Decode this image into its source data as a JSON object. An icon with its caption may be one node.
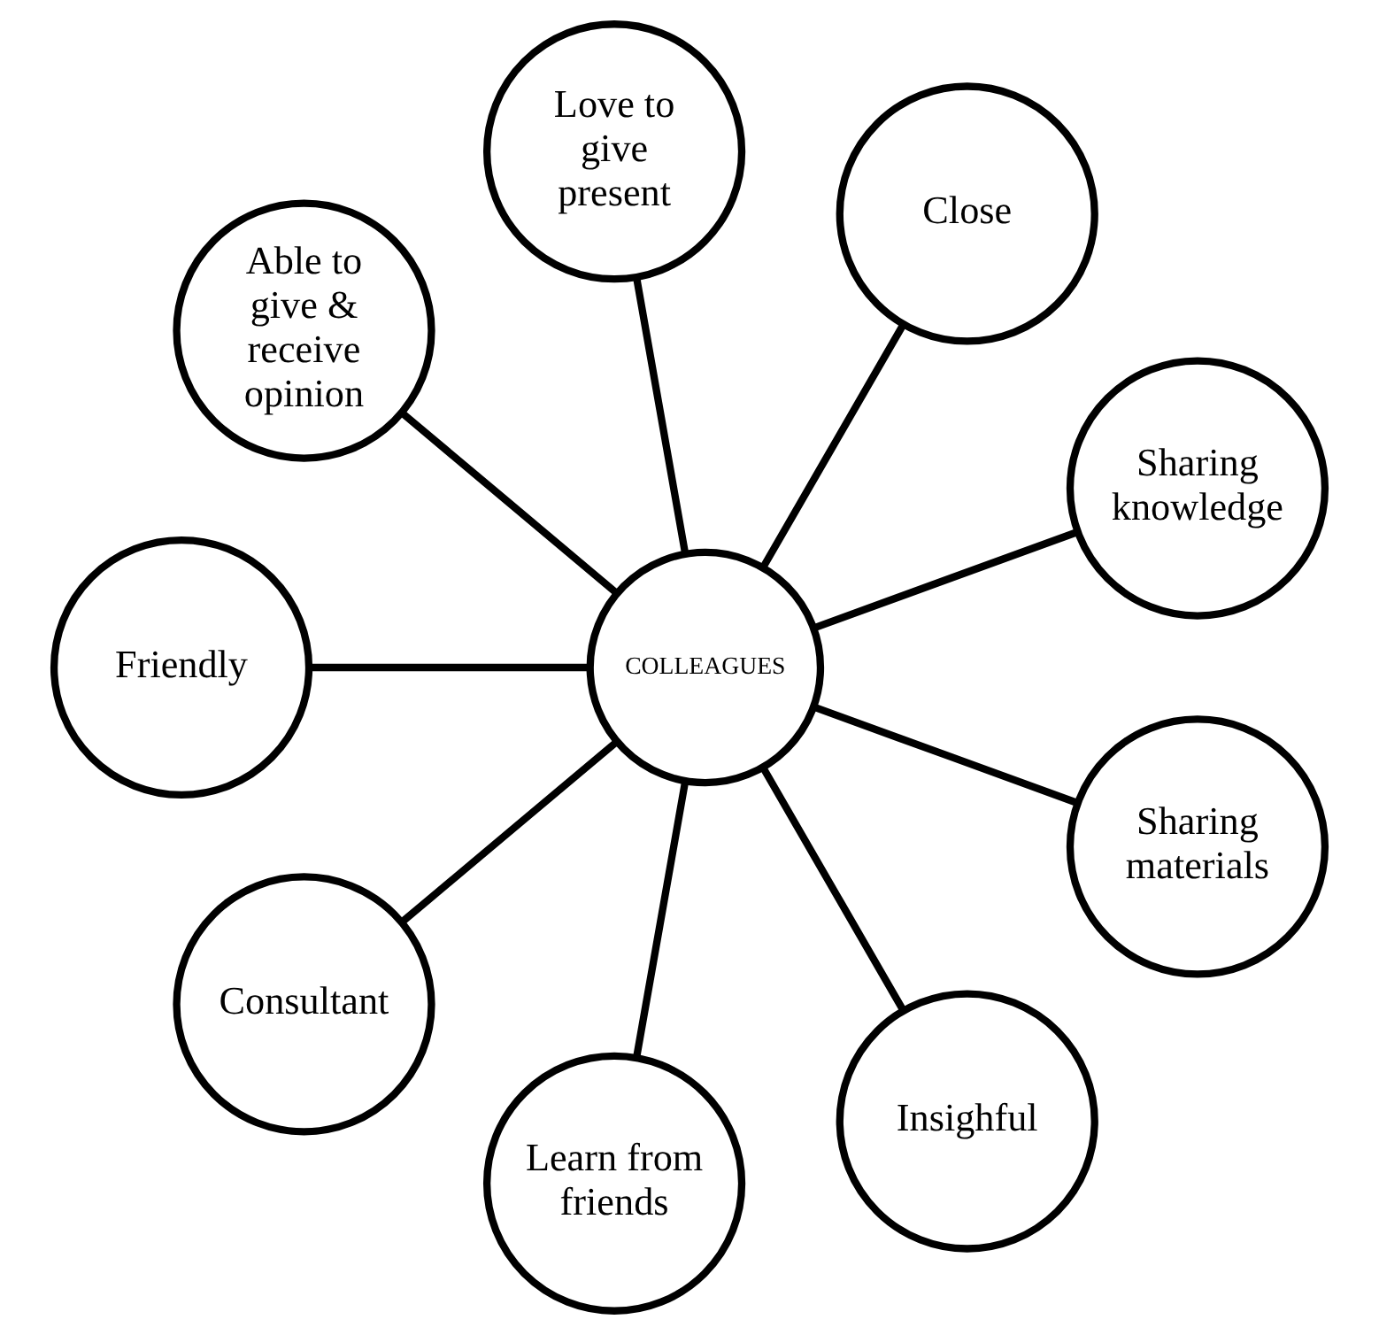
{
  "diagram": {
    "nodes": [
      {
        "text": [
          "COLLEAGUES"
        ]
      },
      {
        "text": [
          "Sharing knowledge"
        ]
      },
      {
        "text": [
          "Close"
        ]
      },
      {
        "text": [
          "Love to give present"
        ]
      },
      {
        "text": [
          "Able to give & receive opinion"
        ]
      },
      {
        "text": [
          "Friendly"
        ]
      },
      {
        "text": [
          "Consultant"
        ]
      },
      {
        "text": [
          "Learn from friends"
        ]
      },
      {
        "text": [
          "Insighful"
        ]
      },
      {
        "text": [
          "Sharing materials"
        ]
      }
    ],
    "edges": [
      {
        "from": 0,
        "to": 1,
        "arrow": "none"
      },
      {
        "from": 0,
        "to": 2,
        "arrow": "none"
      },
      {
        "from": 0,
        "to": 3,
        "arrow": "none"
      },
      {
        "from": 0,
        "to": 4,
        "arrow": "none"
      },
      {
        "from": 0,
        "to": 5,
        "arrow": "none"
      },
      {
        "from": 0,
        "to": 6,
        "arrow": "none"
      },
      {
        "from": 0,
        "to": 7,
        "arrow": "none"
      },
      {
        "from": 0,
        "to": 8,
        "arrow": "none"
      },
      {
        "from": 0,
        "to": 9,
        "arrow": "none"
      }
    ]
  }
}
